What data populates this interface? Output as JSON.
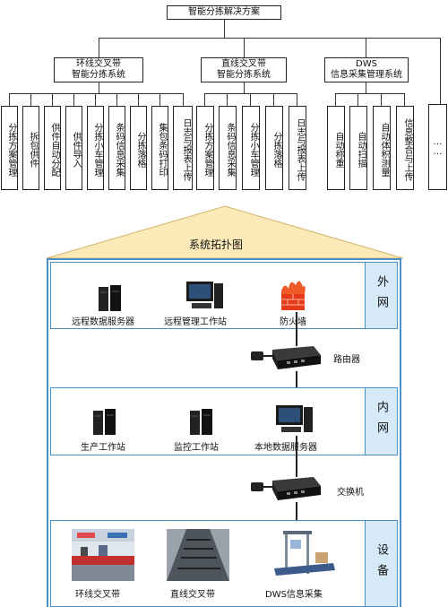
{
  "root": "智能分拣解决方案",
  "subsystems": [
    {
      "label": "环线交叉带\n智能分拣系统",
      "leaves": [
        "分拣方案管理",
        "拆包供件",
        "供件自动分配",
        "供件导入",
        "分拣小车管理",
        "条码信息采集",
        "分拣落格",
        "集包条码打印",
        "日志与报表上传"
      ]
    },
    {
      "label": "直线交叉带\n智能分拣系统",
      "leaves": [
        "分拣方案管理",
        "条码信息采集",
        "分拣小车管理",
        "分拣落格",
        "日志与报表上传"
      ]
    },
    {
      "label": "DWS\n信息采集管理系统",
      "leaves": [
        "自动称重",
        "自动扫描",
        "自动体积测量",
        "信息整合与上传"
      ]
    }
  ],
  "ellipsis": "……",
  "topology_title": "系统拓扑图",
  "sections": {
    "external": {
      "tag": "外网",
      "items": [
        "远程数据服务器",
        "远程管理工作站",
        "防火墙"
      ]
    },
    "router": "路由器",
    "internal": {
      "tag": "内网",
      "items": [
        "生产工作站",
        "监控工作站",
        "本地数据服务器"
      ]
    },
    "switch": "交换机",
    "devices": {
      "tag": "设备",
      "items": [
        "环线交叉带",
        "直线交叉带",
        "DWS信息采集"
      ]
    }
  },
  "colors": {
    "band_border": "#4a90c8",
    "tag_fill": "#d6e9f7",
    "roof_fill": "#fbe9b8"
  }
}
